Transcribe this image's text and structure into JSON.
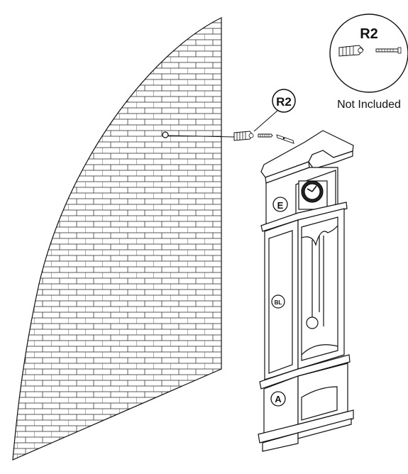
{
  "diagram": {
    "callout": {
      "part_id": "R2",
      "note": "Not Included"
    },
    "pointer_label": "R2",
    "clock_labels": {
      "hood": "E",
      "waist": "BL",
      "base": "A"
    },
    "colors": {
      "ink": "#111111",
      "paper": "#ffffff"
    }
  }
}
